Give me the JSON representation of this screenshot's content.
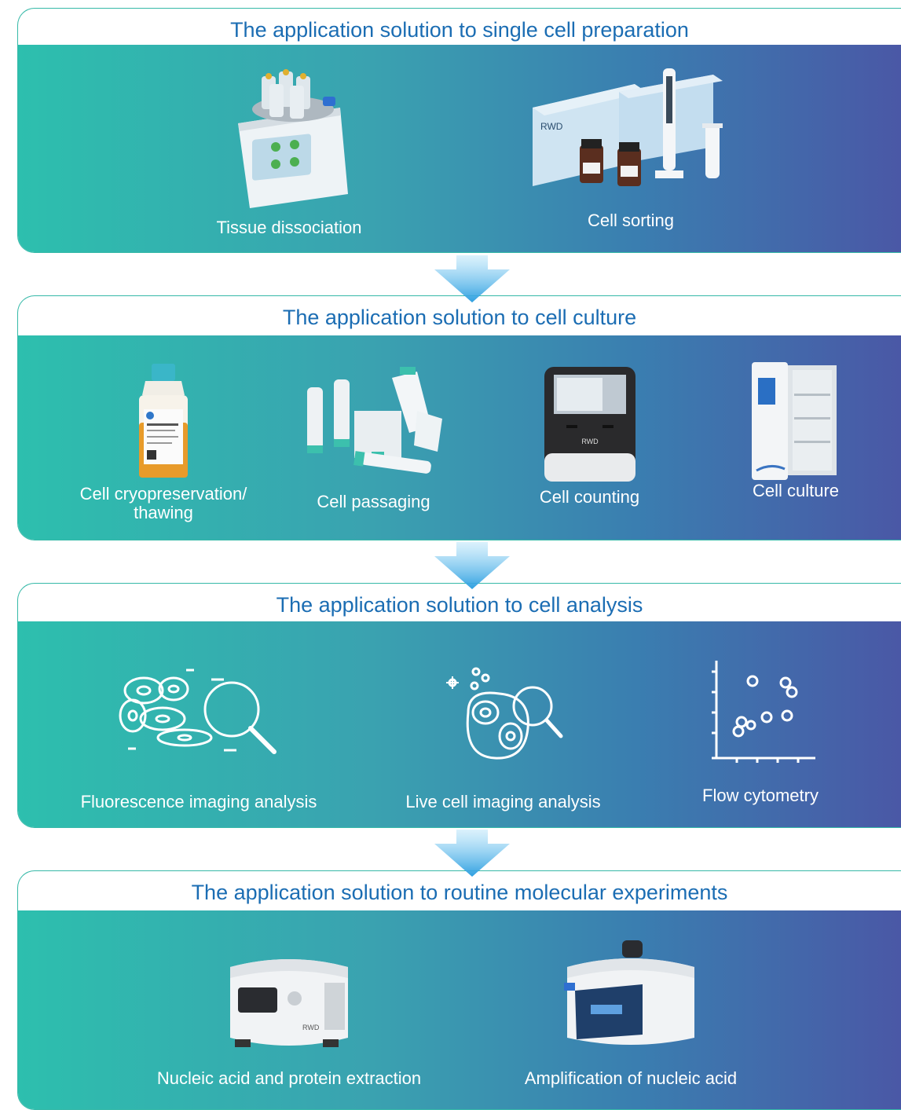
{
  "sections": [
    {
      "title": "The application solution to single cell preparation",
      "items": [
        {
          "label": "Tissue dissociation",
          "icon": "tissue-dissociator-icon"
        },
        {
          "label": "Cell sorting",
          "icon": "cell-sorting-kit-icon"
        }
      ]
    },
    {
      "title": "The application solution to cell culture",
      "items": [
        {
          "label": "Cell cryopreservation/ thawing",
          "icon": "media-bottle-icon"
        },
        {
          "label": "Cell passaging",
          "icon": "culture-flasks-icon"
        },
        {
          "label": "Cell counting",
          "icon": "cell-counter-icon"
        },
        {
          "label": "Cell culture",
          "icon": "incubator-icon"
        }
      ]
    },
    {
      "title": "The application solution to cell analysis",
      "items": [
        {
          "label": "Fluorescence imaging analysis",
          "icon": "fluorescence-cells-magnifier-icon"
        },
        {
          "label": "Live cell imaging analysis",
          "icon": "live-cell-magnifier-icon"
        },
        {
          "label": "Flow cytometry",
          "icon": "scatter-plot-icon"
        }
      ]
    },
    {
      "title": "The application solution to routine molecular experiments",
      "items": [
        {
          "label": "Nucleic acid and protein extraction",
          "icon": "centrifuge-icon"
        },
        {
          "label": "Amplification of nucleic acid",
          "icon": "pcr-thermocycler-icon"
        }
      ]
    }
  ],
  "colors": {
    "title_text": "#1b6db3",
    "gradient_start": "#2dbfae",
    "gradient_end": "#4a58a6",
    "arrow": "#3aa8e0"
  }
}
